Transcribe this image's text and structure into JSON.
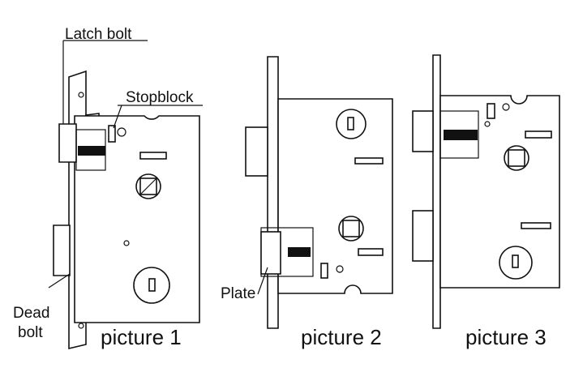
{
  "labels": {
    "latch_bolt": "Latch bolt",
    "stopblock": "Stopblock",
    "dead_bolt_line1": "Dead",
    "dead_bolt_line2": "bolt",
    "plate": "Plate"
  },
  "captions": {
    "picture_1": "picture 1",
    "picture_2": "picture 2",
    "picture_3": "picture 3"
  },
  "colors": {
    "line": "#111111",
    "background": "#ffffff"
  }
}
